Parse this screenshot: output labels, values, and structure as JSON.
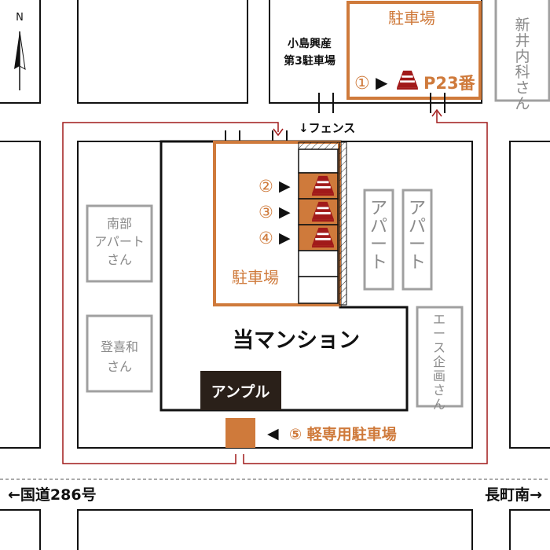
{
  "colors": {
    "orange": "#cf7a3b",
    "dark_red": "#a11a1a",
    "gray": "#a0a0a0",
    "black": "#111111",
    "building_fill": "#2a2019",
    "road_line": "#555555"
  },
  "compass": {
    "label": "N"
  },
  "parking_lot_top": {
    "title": "駐車場",
    "marker_number": "①",
    "arrow": "▶",
    "space_label": "P23番"
  },
  "kojima_parking": {
    "line1": "小島興産",
    "line2": "第3駐車場"
  },
  "arai_clinic": {
    "label": "新井内科さん"
  },
  "fence_label": "↓フェンス",
  "parking_lot_main": {
    "title": "駐車場",
    "markers": [
      {
        "number": "②",
        "arrow": "▶"
      },
      {
        "number": "③",
        "arrow": "▶"
      },
      {
        "number": "④",
        "arrow": "▶"
      }
    ]
  },
  "buildings": {
    "nanbu": "南部アパートさん",
    "toki": "登喜和さん",
    "apart1": "アパート",
    "apart2": "アパート",
    "ace": "エース企画さん"
  },
  "mansion": {
    "label": "当マンション"
  },
  "ample": {
    "label": "アンプル"
  },
  "kei_parking": {
    "arrow": "◀",
    "label": "⑤ 軽専用駐車場"
  },
  "roads": {
    "left": "←国道286号",
    "right": "長町南→"
  },
  "icons": {
    "cone": "traffic-cone-icon",
    "north_arrow": "north-arrow-icon"
  }
}
